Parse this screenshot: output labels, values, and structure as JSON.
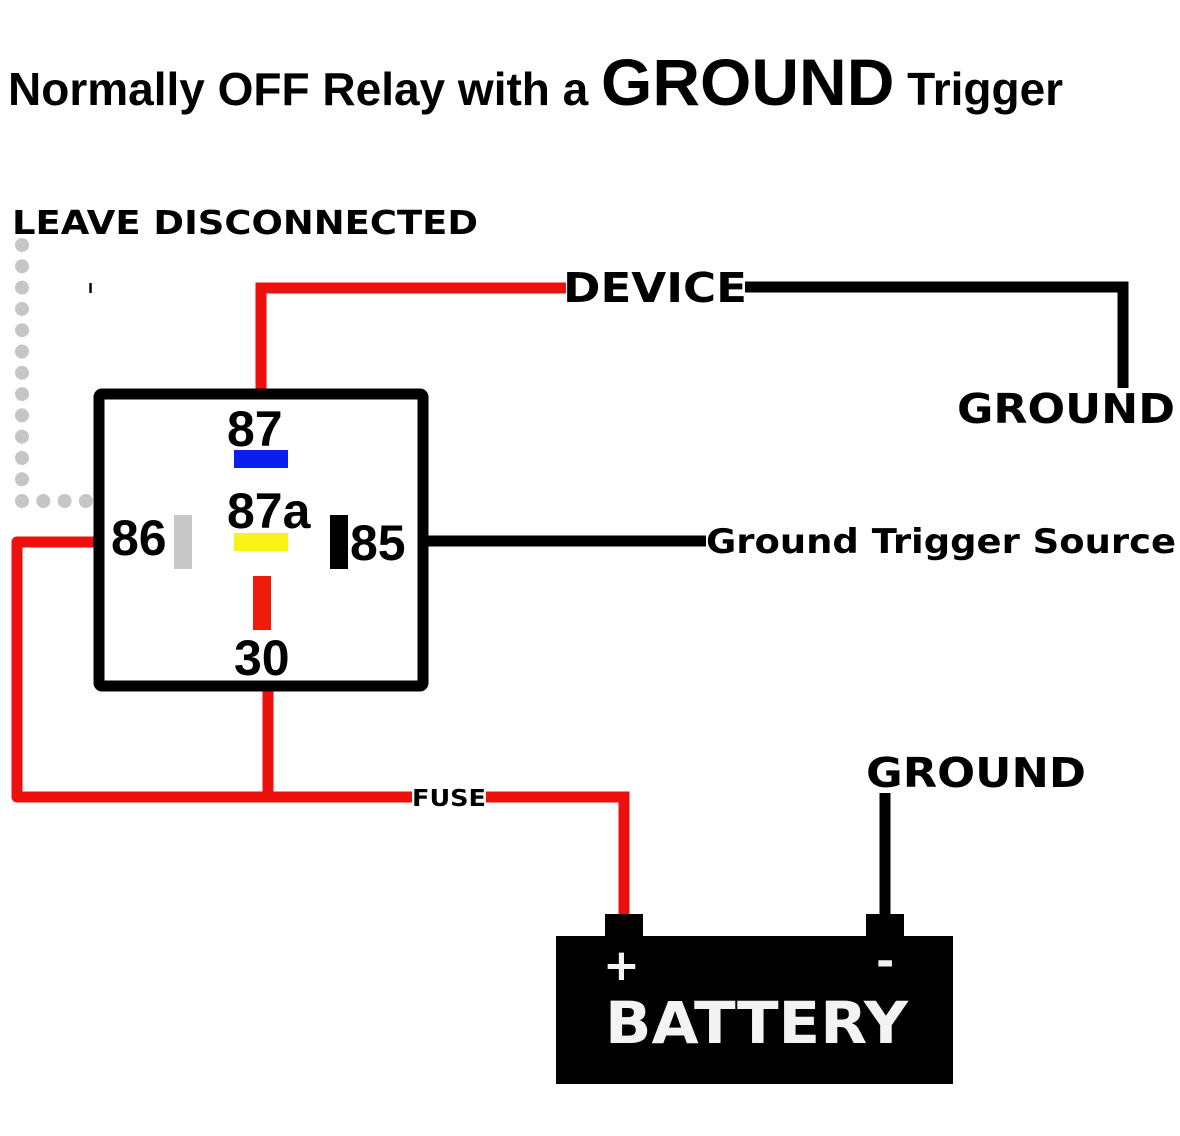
{
  "title": {
    "part1": "Normally OFF Relay with a ",
    "emphasis": "GROUND",
    "part2": " Trigger"
  },
  "labels": {
    "leave_disconnected": "LEAVE DISCONNECTED",
    "device": "DEVICE",
    "ground_device": "GROUND",
    "ground_trigger_source": "Ground Trigger Source",
    "fuse": "FUSE",
    "ground_battery": "GROUND",
    "battery": "BATTERY",
    "battery_positive": "+",
    "battery_negative": "-",
    "stray_mark": "ı"
  },
  "relay": {
    "pins": {
      "p87": "87",
      "p87a": "87a",
      "p86": "86",
      "p85": "85",
      "p30": "30"
    }
  },
  "colors": {
    "wire_power": "#ee0f0f",
    "wire_ground": "#000000",
    "wire_disconnected": "#c6c6c6",
    "pin_87": "#0a1ef0",
    "pin_87a": "#f8f218",
    "pin_86": "#c8c8c8",
    "pin_85": "#000000",
    "pin_30": "#f01a0a",
    "battery_body": "#000000"
  }
}
